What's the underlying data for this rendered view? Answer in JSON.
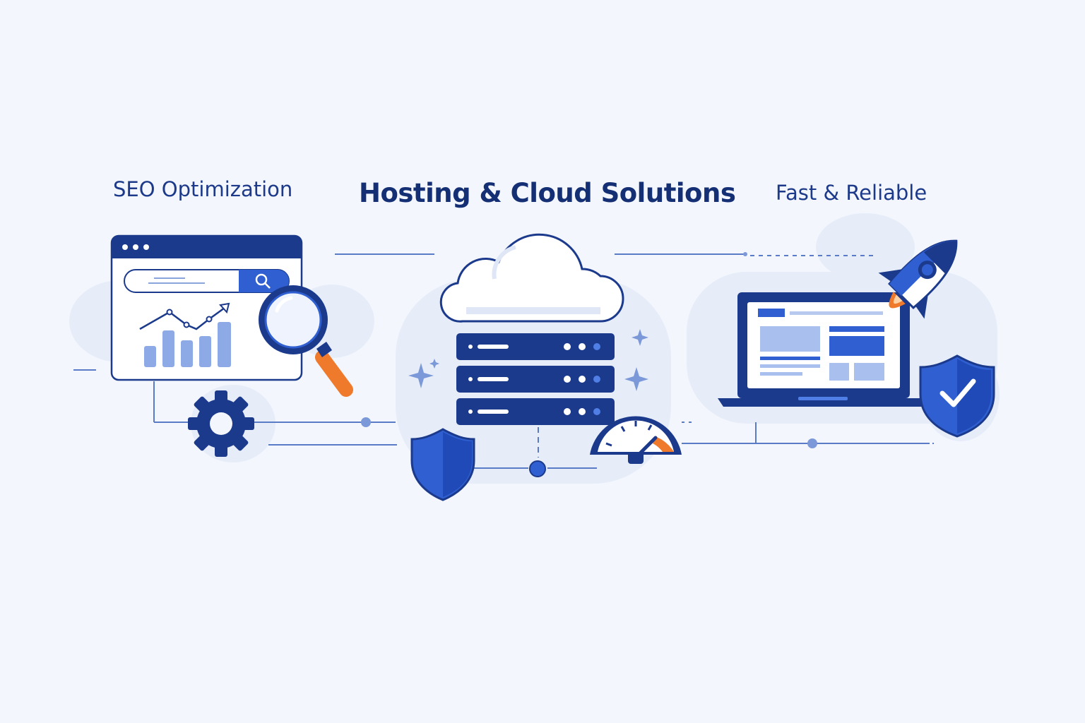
{
  "labels": {
    "seo": "SEO Optimization",
    "hosting": "Hosting & Cloud Solutions",
    "fast": "Fast & Reliable"
  },
  "icons": {
    "seo": [
      "browser-window-icon",
      "search-icon",
      "bar-chart-icon",
      "magnifier-icon",
      "gear-icon"
    ],
    "hosting": [
      "cloud-icon",
      "server-rack-icon",
      "shield-icon",
      "speedometer-icon",
      "sparkle-icon"
    ],
    "fast": [
      "laptop-icon",
      "rocket-icon",
      "shield-check-icon"
    ]
  },
  "colors": {
    "background": "#f3f6fc",
    "navy": "#1c3a8c",
    "blue": "#2f5fd0",
    "light_blue": "#a9c0ee",
    "blob": "#e6edf9",
    "accent_orange": "#f07a2c",
    "title": "#142f74"
  }
}
